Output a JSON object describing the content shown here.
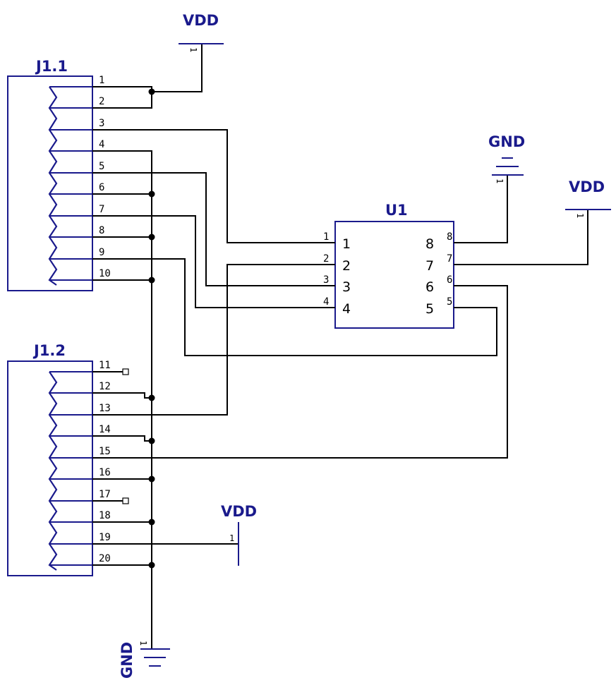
{
  "connectors": {
    "j1_1": {
      "name": "J1.1",
      "pins": [
        "1",
        "2",
        "3",
        "4",
        "5",
        "6",
        "7",
        "8",
        "9",
        "10"
      ]
    },
    "j1_2": {
      "name": "J1.2",
      "pins": [
        "11",
        "12",
        "13",
        "14",
        "15",
        "16",
        "17",
        "18",
        "19",
        "20"
      ]
    }
  },
  "ic": {
    "name": "U1",
    "left_pins": [
      "1",
      "2",
      "3",
      "4"
    ],
    "right_pins": [
      "8",
      "7",
      "6",
      "5"
    ]
  },
  "power": {
    "vdd_label": "VDD",
    "gnd_label": "GND",
    "symbol_pin": "1"
  },
  "colors": {
    "symbol": "#1a1a8c",
    "wire": "#000000"
  }
}
